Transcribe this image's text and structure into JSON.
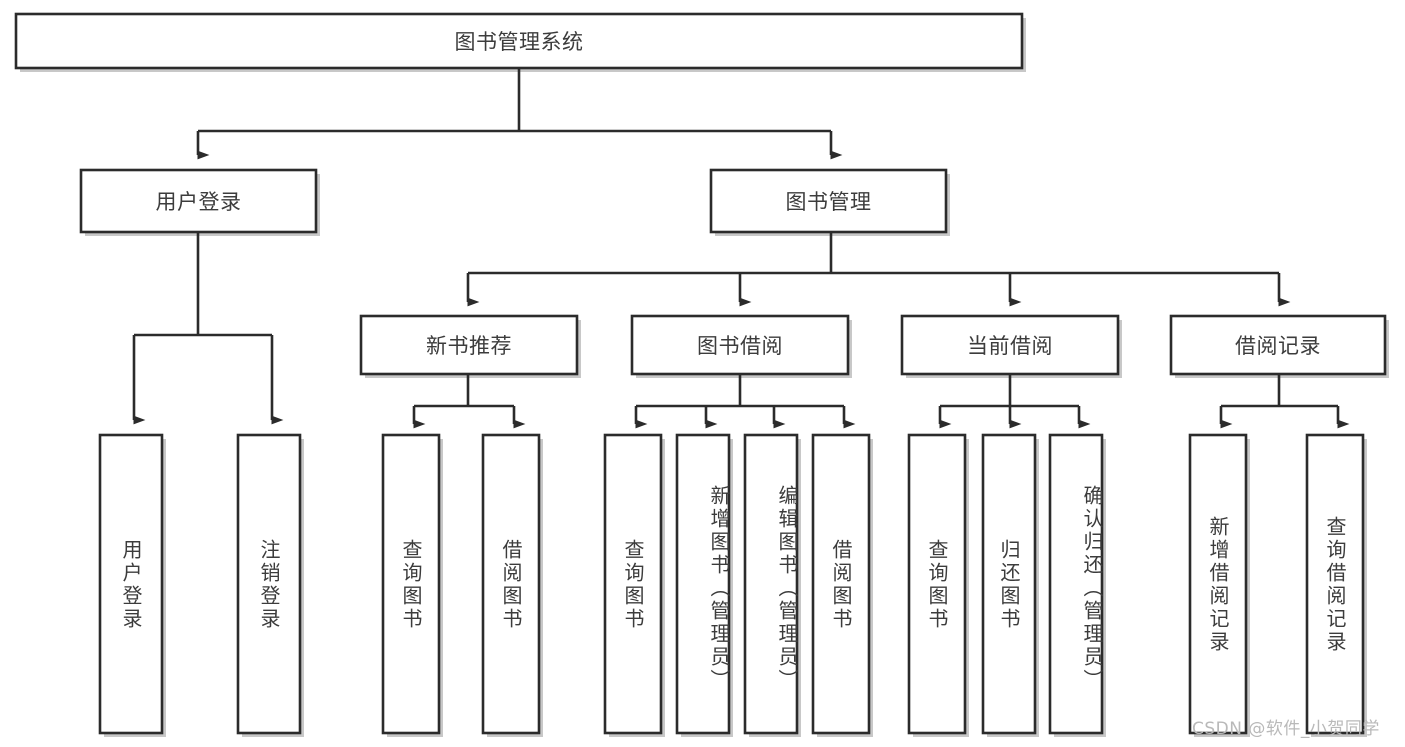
{
  "diagram": {
    "title": "图书管理系统",
    "type": "hierarchy-tree",
    "root": {
      "id": "root",
      "label": "图书管理系统",
      "orientation": "horizontal"
    },
    "level2": [
      {
        "id": "user-login",
        "label": "用户登录",
        "orientation": "horizontal"
      },
      {
        "id": "book-management",
        "label": "图书管理",
        "orientation": "horizontal"
      }
    ],
    "level3": [
      {
        "id": "new-book-recommend",
        "label": "新书推荐",
        "orientation": "horizontal",
        "parent": "book-management"
      },
      {
        "id": "book-borrow",
        "label": "图书借阅",
        "orientation": "horizontal",
        "parent": "book-management"
      },
      {
        "id": "current-borrow",
        "label": "当前借阅",
        "orientation": "horizontal",
        "parent": "book-management"
      },
      {
        "id": "borrow-record",
        "label": "借阅记录",
        "orientation": "horizontal",
        "parent": "book-management"
      }
    ],
    "leaves": [
      {
        "id": "leaf-user-login",
        "label": "用户登录",
        "orientation": "vertical",
        "parent": "user-login"
      },
      {
        "id": "leaf-logout-login",
        "label": "注销登录",
        "orientation": "vertical",
        "parent": "user-login"
      },
      {
        "id": "leaf-query-book-1",
        "label": "查询图书",
        "orientation": "vertical",
        "parent": "new-book-recommend"
      },
      {
        "id": "leaf-borrow-book-1",
        "label": "借阅图书",
        "orientation": "vertical",
        "parent": "new-book-recommend"
      },
      {
        "id": "leaf-query-book-2",
        "label": "查询图书",
        "orientation": "vertical",
        "parent": "book-borrow"
      },
      {
        "id": "leaf-add-book",
        "label": "新增图书（管理员）",
        "orientation": "vertical",
        "parent": "book-borrow"
      },
      {
        "id": "leaf-edit-book",
        "label": "编辑图书（管理员）",
        "orientation": "vertical",
        "parent": "book-borrow"
      },
      {
        "id": "leaf-borrow-book-2",
        "label": "借阅图书",
        "orientation": "vertical",
        "parent": "book-borrow"
      },
      {
        "id": "leaf-query-book-3",
        "label": "查询图书",
        "orientation": "vertical",
        "parent": "current-borrow"
      },
      {
        "id": "leaf-return-book",
        "label": "归还图书",
        "orientation": "vertical",
        "parent": "current-borrow"
      },
      {
        "id": "leaf-confirm-return",
        "label": "确认归还（管理员）",
        "orientation": "vertical",
        "parent": "current-borrow"
      },
      {
        "id": "leaf-add-record",
        "label": "新增借阅记录",
        "orientation": "vertical",
        "parent": "borrow-record"
      },
      {
        "id": "leaf-query-record",
        "label": "查询借阅记录",
        "orientation": "vertical",
        "parent": "borrow-record"
      }
    ]
  },
  "watermark": {
    "text": "CSDN @软件_小贺同学"
  },
  "colors": {
    "stroke": "#2b2b2b",
    "box_fill": "#ffffff",
    "text": "#3c3c3c",
    "watermark": "#b9b9b9",
    "background": "#ffffff"
  }
}
